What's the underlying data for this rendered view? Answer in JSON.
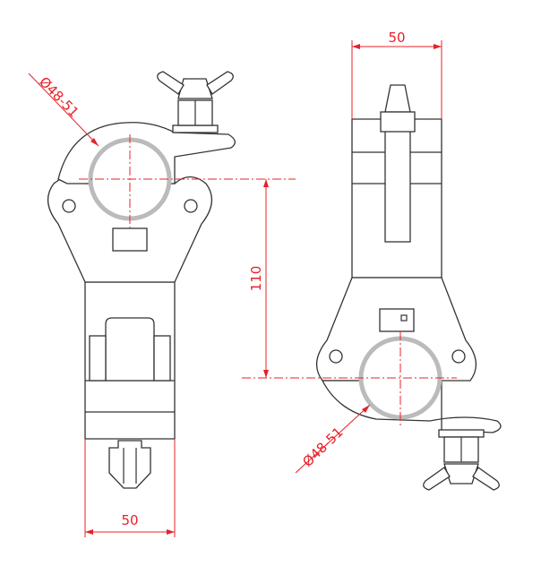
{
  "title": "Swivel coupler technical drawing",
  "dimensions": {
    "pipe_diameter_left": "Ø48-51",
    "pipe_diameter_right": "Ø48-51",
    "width_top": "50",
    "width_bottom": "50",
    "center_distance": "110"
  },
  "colors": {
    "dimension": "#e8202a",
    "outline": "#333333",
    "pipe": "#bbbbbb"
  }
}
